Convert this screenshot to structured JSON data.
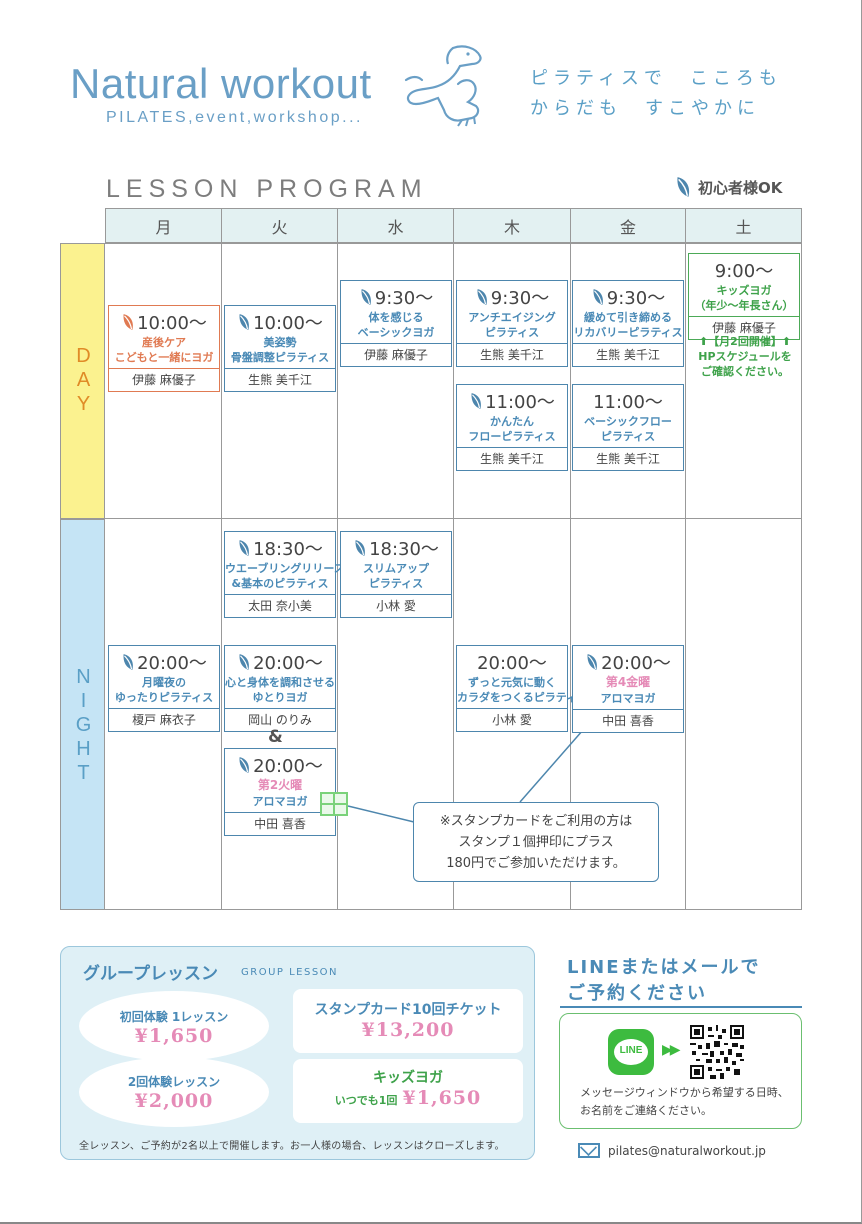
{
  "header": {
    "logo_title": "Natural workout",
    "logo_sub": "PILATES,event,workshop...",
    "tagline": "ピラティスで　こころも\nからだも　すこやかに",
    "lesson_program": "LESSON PROGRAM",
    "beginner_ok": "初心者様OK"
  },
  "days": [
    "月",
    "火",
    "水",
    "木",
    "金",
    "土"
  ],
  "side": {
    "day": "D\nA\nY",
    "night": "N\nI\nG\nH\nT"
  },
  "lessons": {
    "mon_day": {
      "time": "10:00〜",
      "name": "産後ケア\nこどもと一緒にヨガ",
      "teacher": "伊藤 麻優子"
    },
    "tue_day": {
      "time": "10:00〜",
      "name": "美姿勢\n骨盤調整ピラティス",
      "teacher": "生熊 美千江"
    },
    "wed_day": {
      "time": "9:30〜",
      "name": "体を感じる\nベーシックヨガ",
      "teacher": "伊藤 麻優子"
    },
    "thu_day1": {
      "time": "9:30〜",
      "name": "アンチエイジング\nピラティス",
      "teacher": "生熊 美千江"
    },
    "thu_day2": {
      "time": "11:00〜",
      "name": "かんたん\nフローピラティス",
      "teacher": "生熊 美千江"
    },
    "fri_day1": {
      "time": "9:30〜",
      "name": "緩めて引き締める\nリカバリーピラティス",
      "teacher": "生熊 美千江"
    },
    "fri_day2": {
      "time": "11:00〜",
      "name": "ベーシックフロー\nピラティス",
      "teacher": "生熊 美千江"
    },
    "sat_day": {
      "time": "9:00〜",
      "name": "キッズヨガ\n（年少〜年長さん）",
      "teacher": "伊藤 麻優子"
    },
    "tue_night1": {
      "time": "18:30〜",
      "name": "ウエーブリングリリース\n&基本のピラティス",
      "teacher": "太田 奈小美"
    },
    "wed_night1": {
      "time": "18:30〜",
      "name": "スリムアップ\nピラティス",
      "teacher": "小林 愛"
    },
    "mon_night": {
      "time": "20:00〜",
      "name": "月曜夜の\nゆったりピラティス",
      "teacher": "榎戸 麻衣子"
    },
    "tue_night2": {
      "time": "20:00〜",
      "name": "心と身体を調和させる\nゆとりヨガ",
      "teacher": "岡山 のりみ"
    },
    "tue_night3": {
      "time": "20:00〜",
      "badge": "第2火曜",
      "name": "アロマヨガ",
      "teacher": "中田 喜香"
    },
    "thu_night": {
      "time": "20:00〜",
      "name": "ずっと元気に動く\nカラダをつくるピラティス",
      "teacher": "小林 愛"
    },
    "fri_night": {
      "time": "20:00〜",
      "badge": "第4金曜",
      "name": "アロマヨガ",
      "teacher": "中田 喜香"
    }
  },
  "sat_note": "⬆【月2回開催】⬆\nHPスケジュールを\nご確認ください。",
  "amp": "&",
  "stamp_note": "※スタンプカードをご利用の方は\nスタンプ１個押印にプラス\n180円でご参加いただけます。",
  "group": {
    "title": "グループレッスン",
    "title_en": "GROUP LESSON",
    "trial1_label": "初回体験 1レッスン",
    "trial1_price": "¥1,650",
    "trial2_label": "2回体験レッスン",
    "trial2_price": "¥2,000",
    "ticket_label": "スタンプカード10回チケット",
    "ticket_price": "¥13,200",
    "kids_label": "キッズヨガ",
    "kids_sub": "いつでも1回",
    "kids_price": "¥1,650",
    "footnote": "全レッスン、ご予約が2名以上で開催します。お一人様の場合、レッスンはクローズします。"
  },
  "contact": {
    "title": "LINEまたはメールで\nご予約ください",
    "line_word": "LINE",
    "arrow": "▶▶",
    "message": "メッセージウィンドウから希望する日時、\nお名前をご連絡ください。",
    "email": "pilates@naturalworkout.jp"
  },
  "colors": {
    "blue": "#4a8ab6",
    "orange": "#e07a52",
    "green": "#3ea24a",
    "pink": "#e58bb7",
    "day_yellow": "#fbf28f",
    "night_blue": "#c5e4f5",
    "header_cell": "#e3f1f2"
  }
}
